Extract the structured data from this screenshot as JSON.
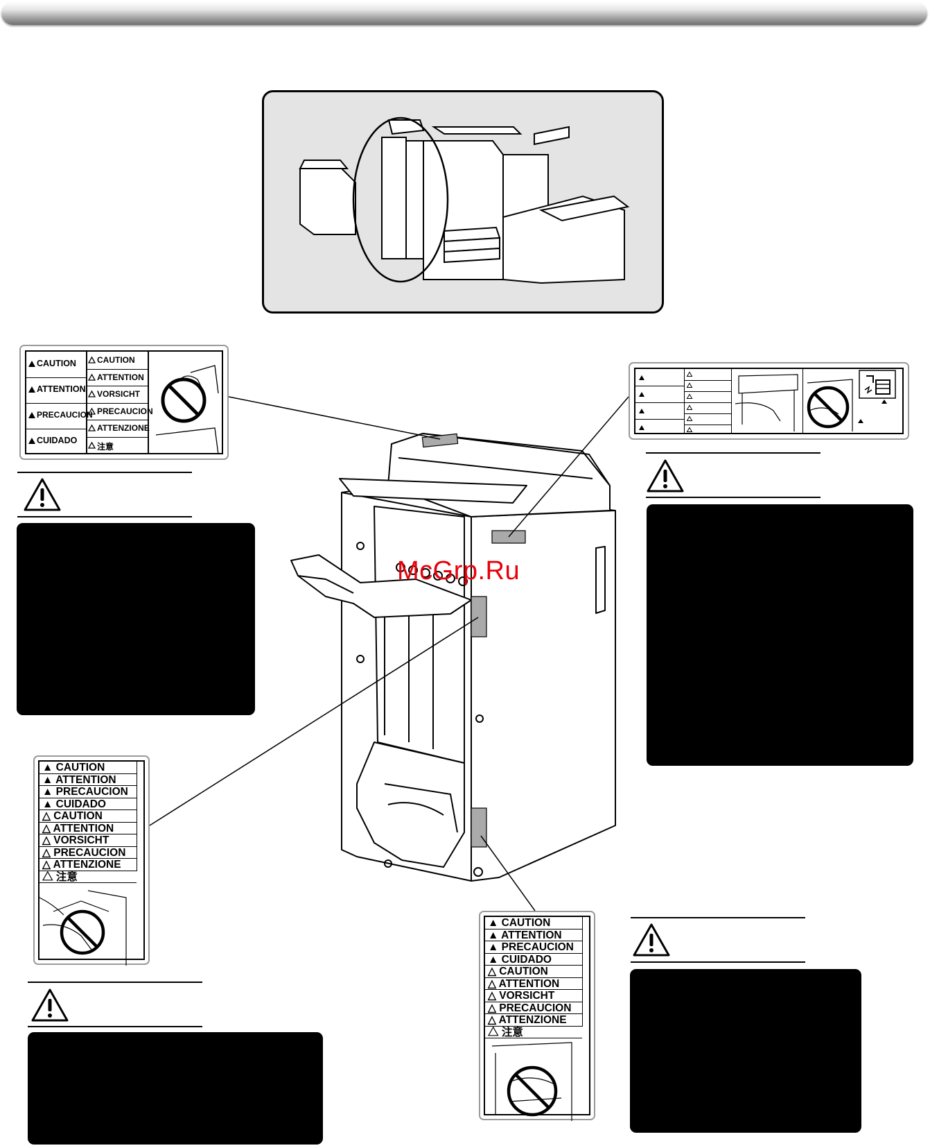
{
  "watermark": "McGrp.Ru",
  "label_topleft": {
    "left_column": [
      "CAUTION",
      "ATTENTION",
      "PRECAUCION",
      "CUIDADO"
    ],
    "middle_column": [
      "CAUTION",
      "ATTENTION",
      "VORSICHT",
      "PRECAUCION",
      "ATTENZIONE",
      "注意"
    ]
  },
  "label_left_stack": {
    "rows": [
      "CAUTION",
      "ATTENTION",
      "PRECAUCION",
      "CUIDADO",
      "CAUTION",
      "ATTENTION",
      "VORSICHT",
      "PRECAUCION",
      "ATTENZIONE",
      "注意"
    ]
  },
  "label_bottom_stack": {
    "rows": [
      "CAUTION",
      "ATTENTION",
      "PRECAUCION",
      "CUIDADO",
      "CAUTION",
      "ATTENTION",
      "VORSICHT",
      "PRECAUCION",
      "ATTENZIONE",
      "注意"
    ]
  },
  "icons": {
    "warning": "warning-triangle-icon",
    "prohibited": "prohibited-icon"
  },
  "colors": {
    "panel_bg": "#e4e4e4",
    "watermark": "#e8000a"
  }
}
